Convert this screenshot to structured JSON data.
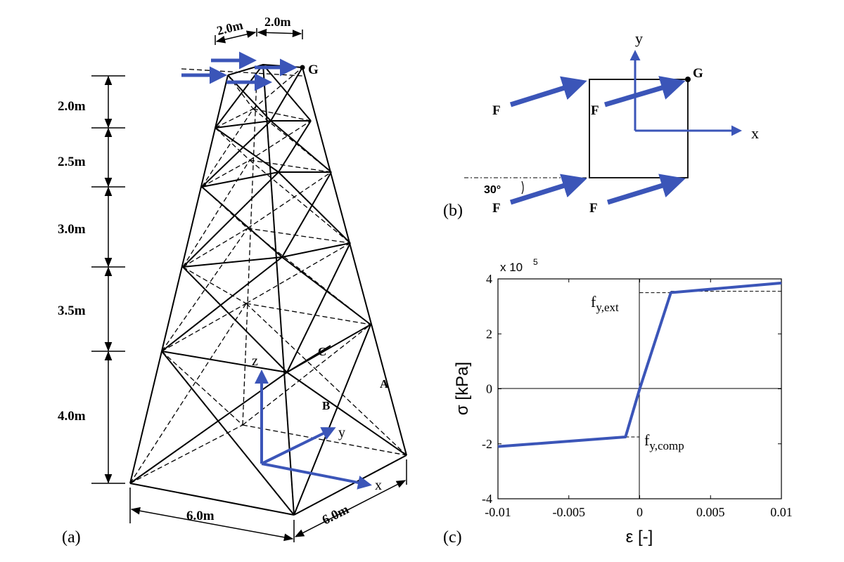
{
  "colors": {
    "accent": "#3b55b8",
    "line": "#000000",
    "background": "#ffffff"
  },
  "panel_a": {
    "caption": "(a)",
    "dims": {
      "top_left": "2.0m",
      "top_right": "2.0m",
      "levels": [
        "2.0m",
        "2.5m",
        "3.0m",
        "3.5m",
        "4.0m"
      ],
      "base_front": "6.0m",
      "base_side": "6.0m"
    },
    "node_labels": {
      "g": "G",
      "a": "A",
      "b": "B",
      "c": "C"
    },
    "axes": {
      "x": "x",
      "y": "y",
      "z": "z"
    }
  },
  "panel_b": {
    "caption": "(b)",
    "force_label": "F",
    "node_label": "G",
    "angle": "30°",
    "axes": {
      "x": "x",
      "y": "y"
    }
  },
  "chart_data": {
    "type": "line",
    "caption": "(c)",
    "xlabel": "ε [-]",
    "ylabel": "σ [kPa]",
    "multiplier": "x 10",
    "multiplier_exp": "5",
    "xlim": [
      -0.01,
      0.01
    ],
    "ylim": [
      -4,
      4
    ],
    "x_ticks": [
      "-0.01",
      "-0.005",
      "0",
      "0.005",
      "0.01"
    ],
    "y_ticks": [
      "-4",
      "-2",
      "0",
      "2",
      "4"
    ],
    "series": [
      {
        "x": [
          -0.01,
          -0.001,
          0.0,
          0.0022,
          0.01
        ],
        "y": [
          -2.1,
          -1.75,
          0.0,
          3.5,
          3.85
        ]
      }
    ],
    "annotations": {
      "fy_ext_main": "f",
      "fy_ext_sub": "y,ext",
      "fy_comp_main": "f",
      "fy_comp_sub": "y,comp"
    },
    "grid": false
  }
}
